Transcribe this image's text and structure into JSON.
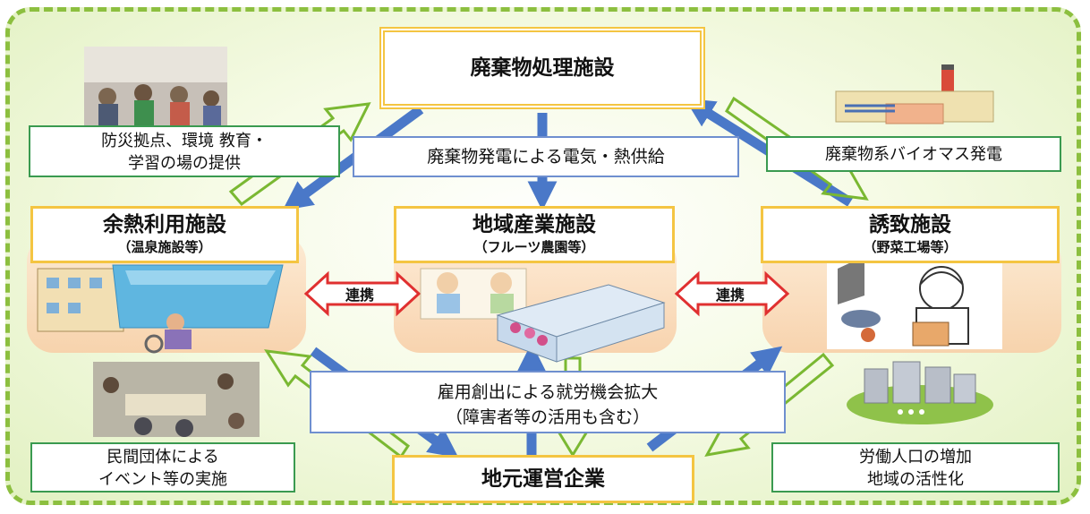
{
  "nodes": {
    "top": {
      "title": "廃棄物処理施設"
    },
    "left": {
      "title": "余熱利用施設",
      "subtitle": "（温泉施設等）"
    },
    "center": {
      "title": "地域産業施設",
      "subtitle": "（フルーツ農園等）"
    },
    "right": {
      "title": "誘致施設",
      "subtitle": "（野菜工場等）"
    },
    "bottom": {
      "title": "地元運営企業"
    }
  },
  "labels": {
    "disaster": [
      "防災拠点、環境 教育・",
      "学習の場の提供"
    ],
    "power": "廃棄物発電による電気・熱供給",
    "biomass": "廃棄物系バイオマス発電",
    "employment": [
      "雇用創出による就労機会拡大",
      "（障害者等の活用も含む）"
    ],
    "events": [
      "民間団体による",
      "イベント等の実施"
    ],
    "labor": [
      "労働人口の増加",
      "地域の活性化"
    ],
    "link_left": "連携",
    "link_right": "連携"
  },
  "colors": {
    "flow_blue": "#4a78c8",
    "flow_green": "#8cc63f",
    "link_red": "#e03030",
    "frame_green": "#8cbf3f",
    "gold": "#f4c542"
  }
}
